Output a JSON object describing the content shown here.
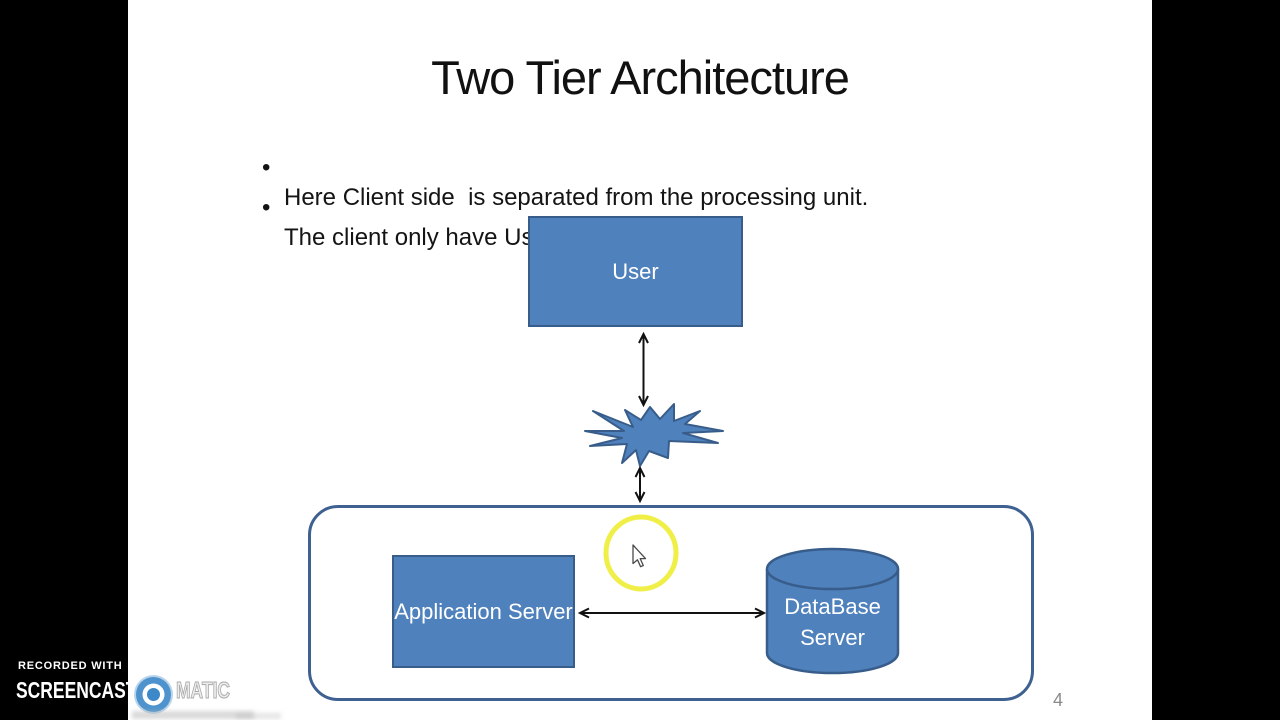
{
  "slide": {
    "title": "Two Tier Architecture",
    "bullets": [
      "Here Client side  is separated from the processing unit.",
      "The client only have User Interface."
    ],
    "bullet_glyph": "•",
    "page_number": "4"
  },
  "diagram": {
    "user_label": "User",
    "app_server_label": "Application Server",
    "db_server_label": "DataBase Server",
    "network_shape": "explosion-burst",
    "connections": [
      "user to network (double arrow)",
      "network to tier container (double arrow)",
      "application server to database server (double arrow)"
    ]
  },
  "cursor": {
    "icon": "arrow-pointer",
    "highlight_color": "#eeee3e"
  },
  "watermark": {
    "line1": "RECORDED WITH",
    "brand_left": "SCREENCAST",
    "brand_right": "MATIC",
    "logo_icon": "screencast-o-matic-logo"
  },
  "colors": {
    "shape_fill": "#4f81bd",
    "shape_border": "#385d8a",
    "container_border": "#3f6191",
    "arrow": "#111111",
    "page_number": "#8a8a8a",
    "logo_blue": "#4e93cd"
  }
}
